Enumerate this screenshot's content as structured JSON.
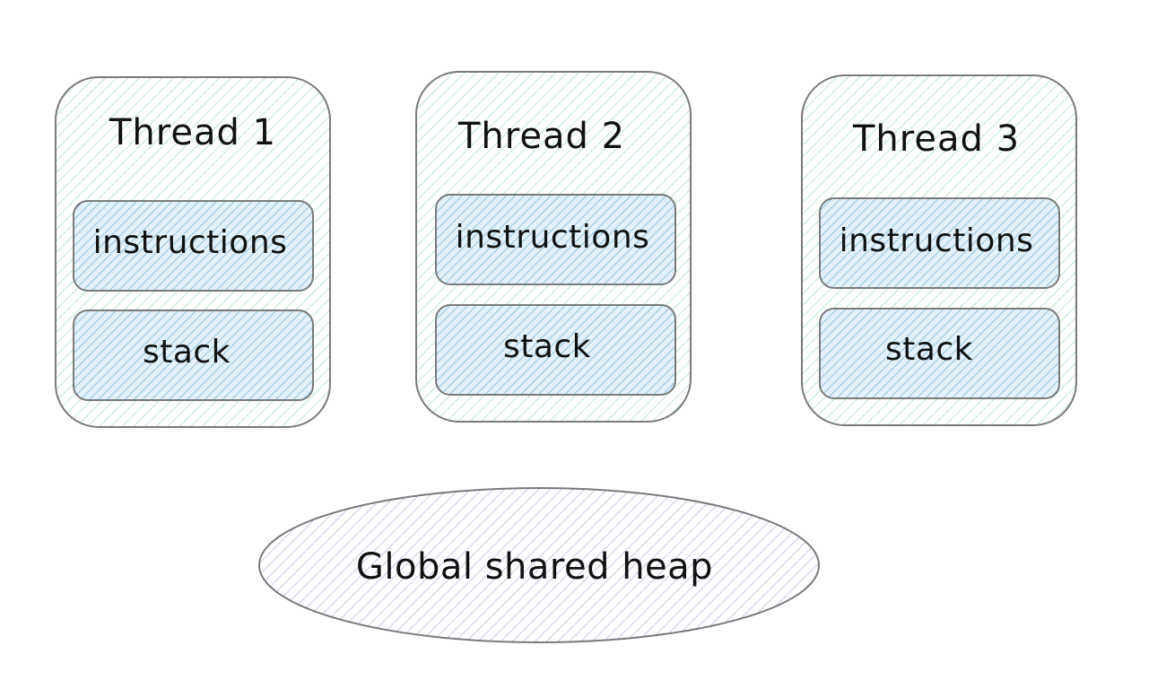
{
  "threads": [
    {
      "title": "Thread 1",
      "instructions": "instructions",
      "stack": "stack"
    },
    {
      "title": "Thread 2",
      "instructions": "instructions",
      "stack": "stack"
    },
    {
      "title": "Thread 3",
      "instructions": "instructions",
      "stack": "stack"
    }
  ],
  "heap": {
    "label": "Global shared heap"
  },
  "colors": {
    "thread_hatch": "#9fdcbf",
    "inner_hatch": "#7fb7d8",
    "inner_fill": "#e4f1fa",
    "heap_hatch": "#b6aee0",
    "outline": "#7a7a7a"
  }
}
